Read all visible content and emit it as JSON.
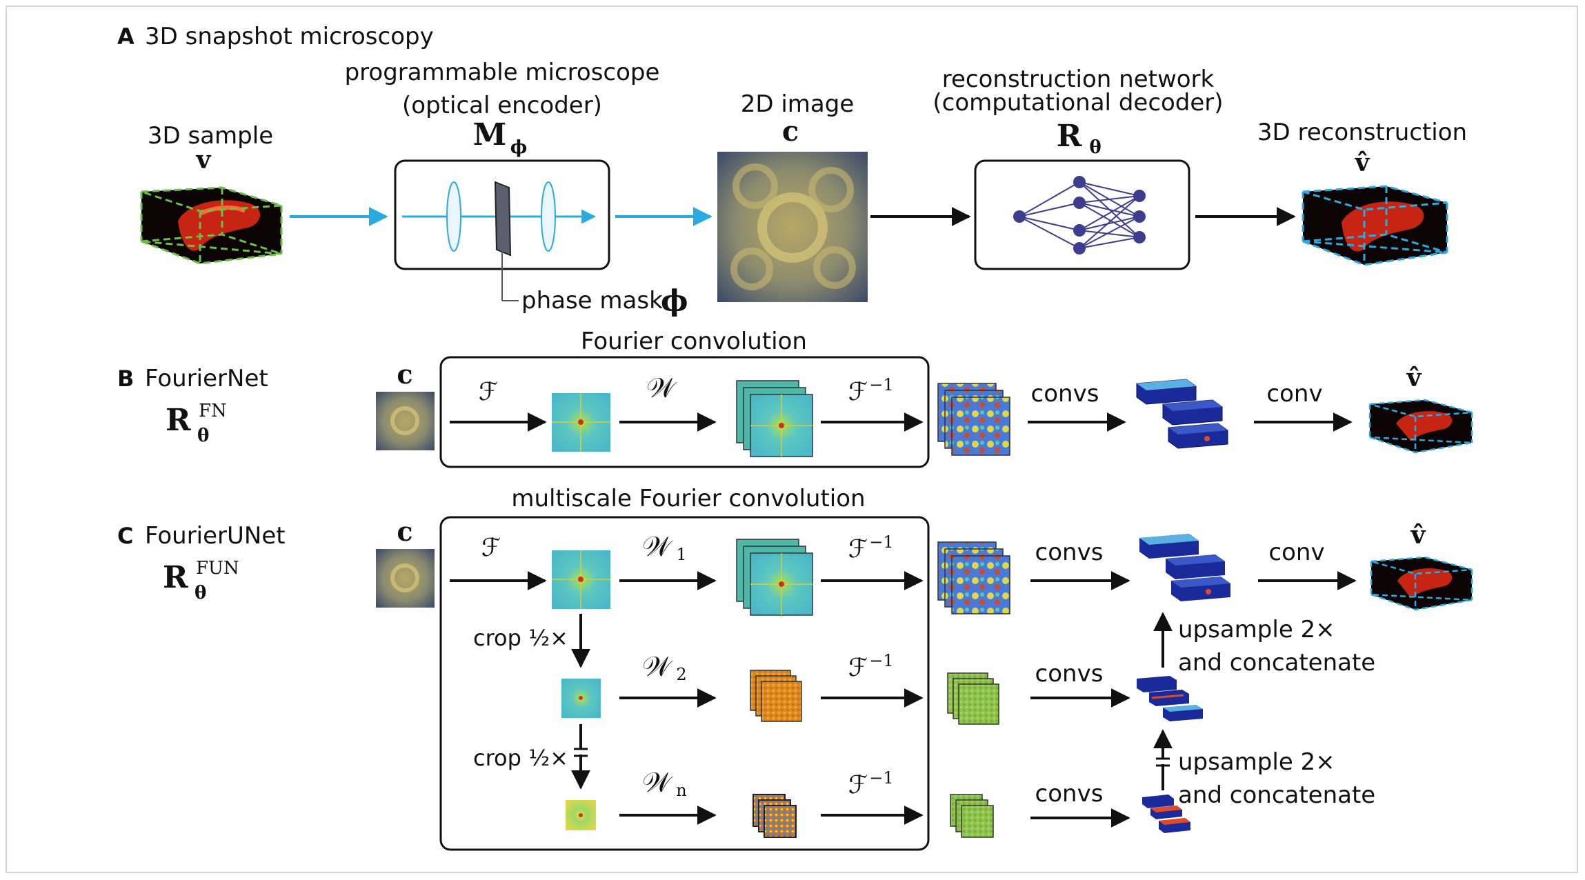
{
  "panelA": {
    "letter": "A",
    "title": "3D snapshot microscopy",
    "sample_label": "3D sample",
    "sample_symbol": "v",
    "microscope_label_1": "programmable microscope",
    "microscope_label_2": "(optical encoder)",
    "microscope_symbol": "M",
    "microscope_sub": "ϕ",
    "phase_mask_label": "phase mask",
    "phase_mask_symbol": "ϕ",
    "image_label": "2D image",
    "image_symbol": "c",
    "network_label_1": "reconstruction network",
    "network_label_2": "(computational decoder)",
    "network_symbol": "R",
    "network_sub": "θ",
    "recon_label": "3D reconstruction",
    "recon_symbol": "v̂"
  },
  "panelB": {
    "letter": "B",
    "title": "FourierNet",
    "symbol": "R",
    "sub": "θ",
    "sup": "FN",
    "box_title": "Fourier convolution",
    "input_symbol": "c",
    "fourier": "ℱ",
    "weights": "𝒲",
    "inverse": "ℱ",
    "inverse_sup": "−1",
    "convs_label": "convs",
    "conv_label": "conv",
    "output_symbol": "v̂"
  },
  "panelC": {
    "letter": "C",
    "title": "FourierUNet",
    "symbol": "R",
    "sub": "θ",
    "sup": "FUN",
    "box_title": "multiscale Fourier convolution",
    "input_symbol": "c",
    "fourier": "ℱ",
    "weights": [
      "𝒲",
      "𝒲",
      "𝒲"
    ],
    "weight_subs": [
      "1",
      "2",
      "n"
    ],
    "inverse": "ℱ",
    "inverse_sup": "−1",
    "crop_label": "crop ½×",
    "convs_label": "convs",
    "conv_label": "conv",
    "upsample_1": "upsample 2×",
    "upsample_2": "and concatenate",
    "output_symbol": "v̂"
  },
  "colors": {
    "cyan_arrow": "#29abe2",
    "sample_edge": "#6abf45",
    "recon_edge": "#29abe2",
    "network_node": "#3d3d8f",
    "fourier_bg": "#5ec8c0",
    "volume_blue": "#1a2a9a",
    "image_blue": "#3a4a6a",
    "image_yellow": "#c9b66a"
  }
}
